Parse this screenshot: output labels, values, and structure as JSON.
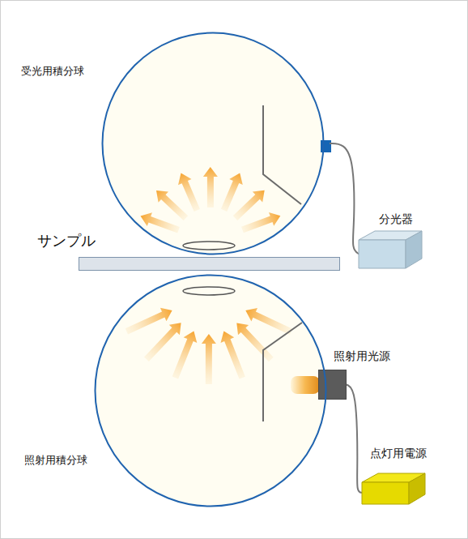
{
  "diagram": {
    "nodes": [
      {
        "text": [
          "受光用積分球"
        ]
      },
      {
        "text": [
          "分光器"
        ]
      },
      {
        "text": [
          "サンプル"
        ]
      },
      {
        "text": [
          "照射用光源"
        ]
      },
      {
        "text": [
          "点灯用電源"
        ]
      },
      {
        "text": [
          "照射用積分球"
        ]
      }
    ],
    "edges": [
      {
        "from": 0,
        "to": 1,
        "arrow": "none"
      },
      {
        "from": 3,
        "to": 4,
        "arrow": "none"
      }
    ]
  }
}
